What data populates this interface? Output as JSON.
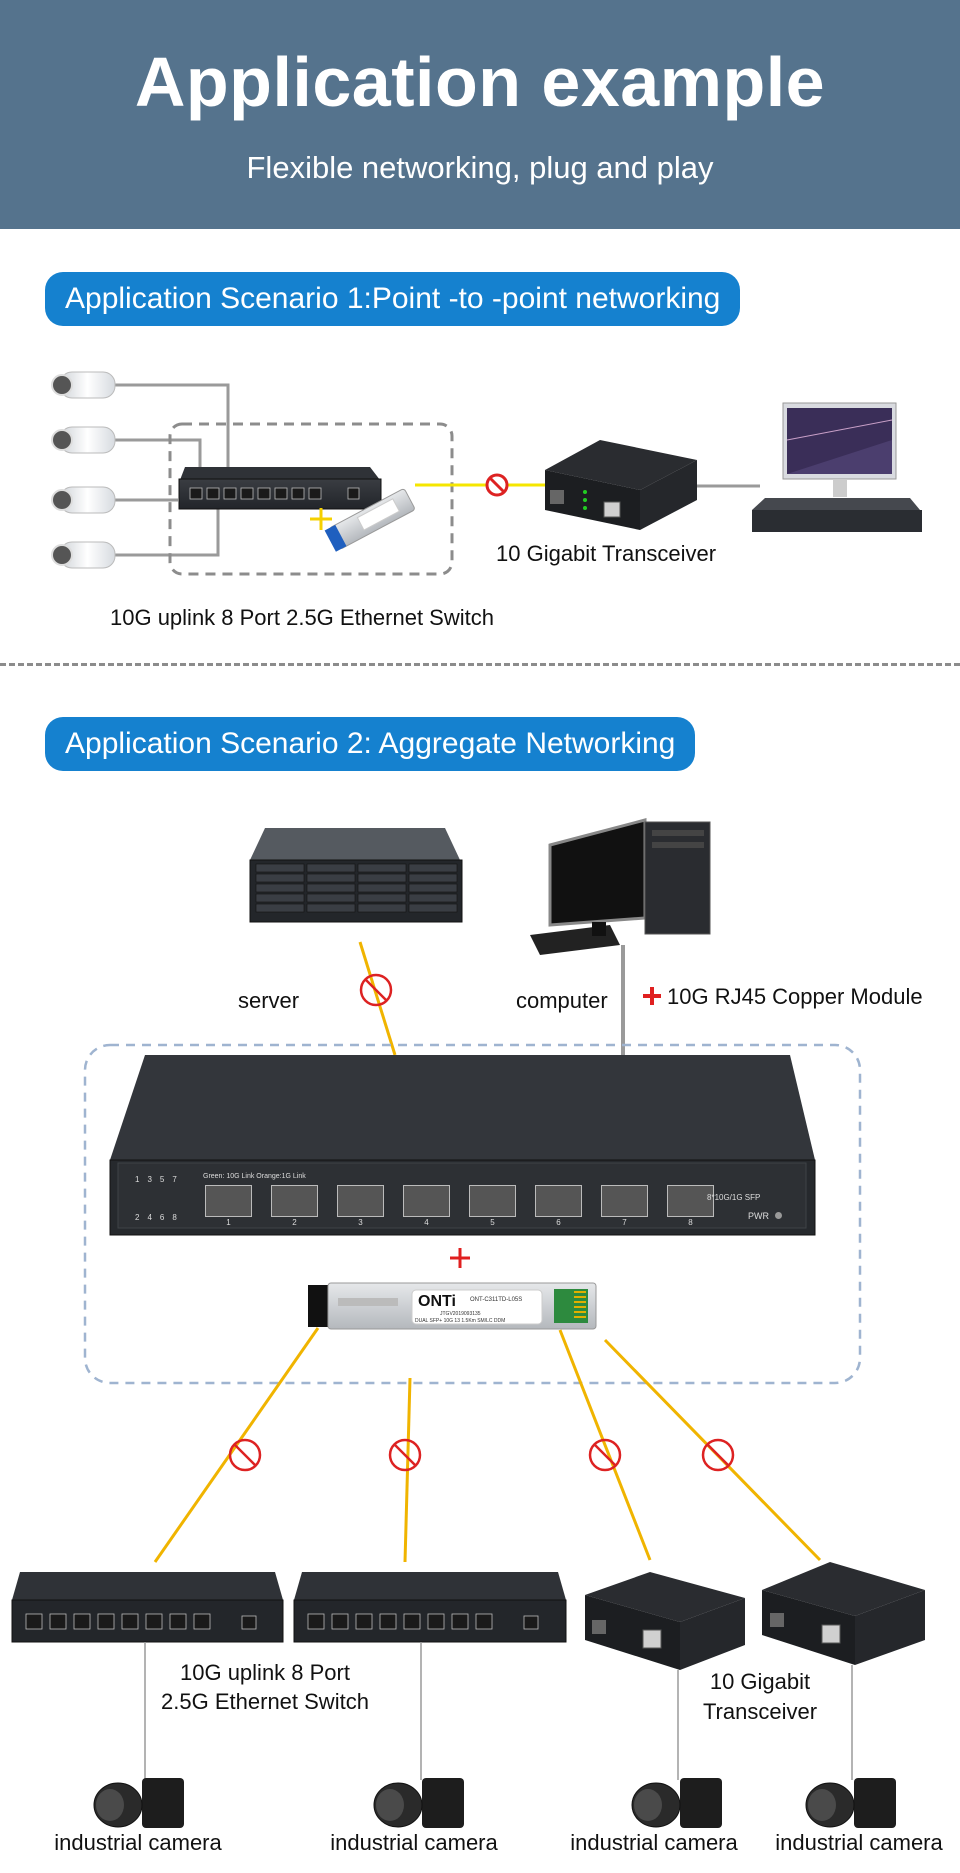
{
  "header": {
    "title": "Application example",
    "subtitle": "Flexible networking, plug and play",
    "background": "#55738d"
  },
  "scenario1": {
    "heading": "Application Scenario 1:Point -to -point networking",
    "switch_label": "10G uplink 8 Port 2.5G Ethernet Switch",
    "transceiver_label": "10 Gigabit Transceiver",
    "devices": [
      "ip-camera",
      "ip-camera",
      "ip-camera",
      "ip-camera",
      "ethernet-switch",
      "sfp-module",
      "media-converter",
      "laptop-nvr"
    ]
  },
  "scenario2": {
    "heading": "Application Scenario 2: Aggregate Networking",
    "server_label": "server",
    "computer_label": "computer",
    "copper_module_label": "10G RJ45 Copper Module",
    "main_switch": {
      "led_top": [
        "1",
        "3",
        "5",
        "7"
      ],
      "led_bottom": [
        "2",
        "4",
        "6",
        "8"
      ],
      "legend": "Green: 10G Link  Orange:1G Link",
      "ports": [
        "1",
        "2",
        "3",
        "4",
        "5",
        "6",
        "7",
        "8"
      ],
      "port_type": "8*10G/1G SFP",
      "power": "PWR"
    },
    "sfp_module": {
      "brand": "ONTi",
      "model": "ONT-C311TD-L05S",
      "serial": "JTGV2019093135",
      "desc": "DUAL  SFP+ 10G  13  1.5Km SM/LC DDM"
    },
    "bottom_switch_label_line1": "10G uplink 8 Port",
    "bottom_switch_label_line2": "2.5G Ethernet Switch",
    "bottom_transceiver_line1": "10 Gigabit",
    "bottom_transceiver_line2": "Transceiver",
    "camera_labels": [
      "industrial camera",
      "industrial camera",
      "industrial camera",
      "industrial camera"
    ]
  },
  "colors": {
    "pill": "#1581cf",
    "fiber": "#f5c400",
    "fiber_dark": "#e8a800",
    "copper": "#9a9a9a",
    "plus_red": "#e02020",
    "plus_yellow": "#f5d000",
    "dash_gray": "#8c8c8c",
    "dash_blue": "#9fb4d0"
  }
}
